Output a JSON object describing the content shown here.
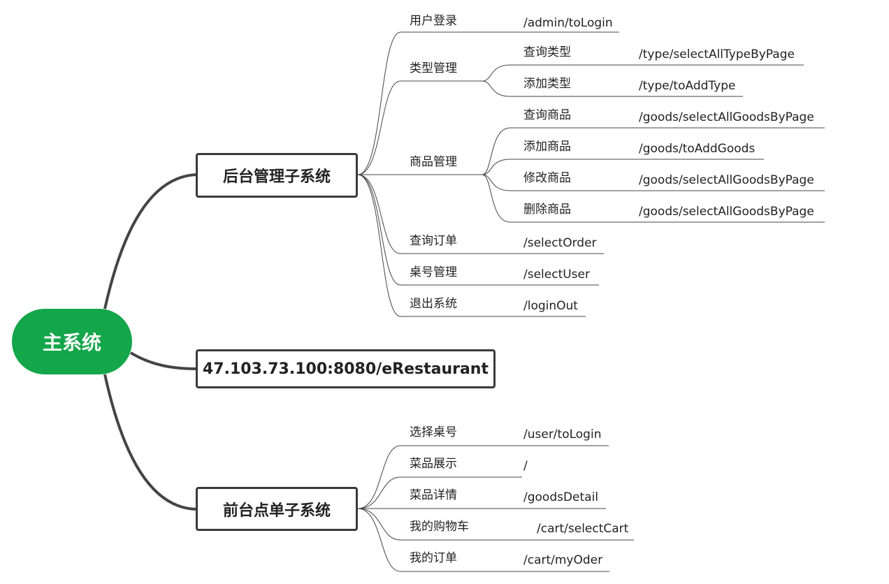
{
  "root": {
    "label": "主系统"
  },
  "admin": {
    "label": "后台管理子系统",
    "items": [
      {
        "label": "用户登录",
        "path": "/admin/toLogin"
      },
      {
        "label": "类型管理",
        "children": [
          {
            "label": "查询类型",
            "path": "/type/selectAllTypeByPage"
          },
          {
            "label": "添加类型",
            "path": "/type/toAddType"
          }
        ]
      },
      {
        "label": "商品管理",
        "children": [
          {
            "label": "查询商品",
            "path": "/goods/selectAllGoodsByPage"
          },
          {
            "label": "添加商品",
            "path": "/goods/toAddGoods"
          },
          {
            "label": "修改商品",
            "path": "/goods/selectAllGoodsByPage"
          },
          {
            "label": "删除商品",
            "path": "/goods/selectAllGoodsByPage"
          }
        ]
      },
      {
        "label": "查询订单",
        "path": "/selectOrder"
      },
      {
        "label": "桌号管理",
        "path": "/selectUser"
      },
      {
        "label": "退出系统",
        "path": "/loginOut"
      }
    ]
  },
  "server": {
    "label": "47.103.73.100:8080/eRestaurant"
  },
  "front": {
    "label": "前台点单子系统",
    "items": [
      {
        "label": "选择桌号",
        "path": "/user/toLogin"
      },
      {
        "label": "菜品展示",
        "path": "/"
      },
      {
        "label": "菜品详情",
        "path": "/goodsDetail"
      },
      {
        "label": "我的购物车",
        "path": "/cart/selectCart"
      },
      {
        "label": "我的订单",
        "path": "/cart/myOder"
      }
    ]
  }
}
